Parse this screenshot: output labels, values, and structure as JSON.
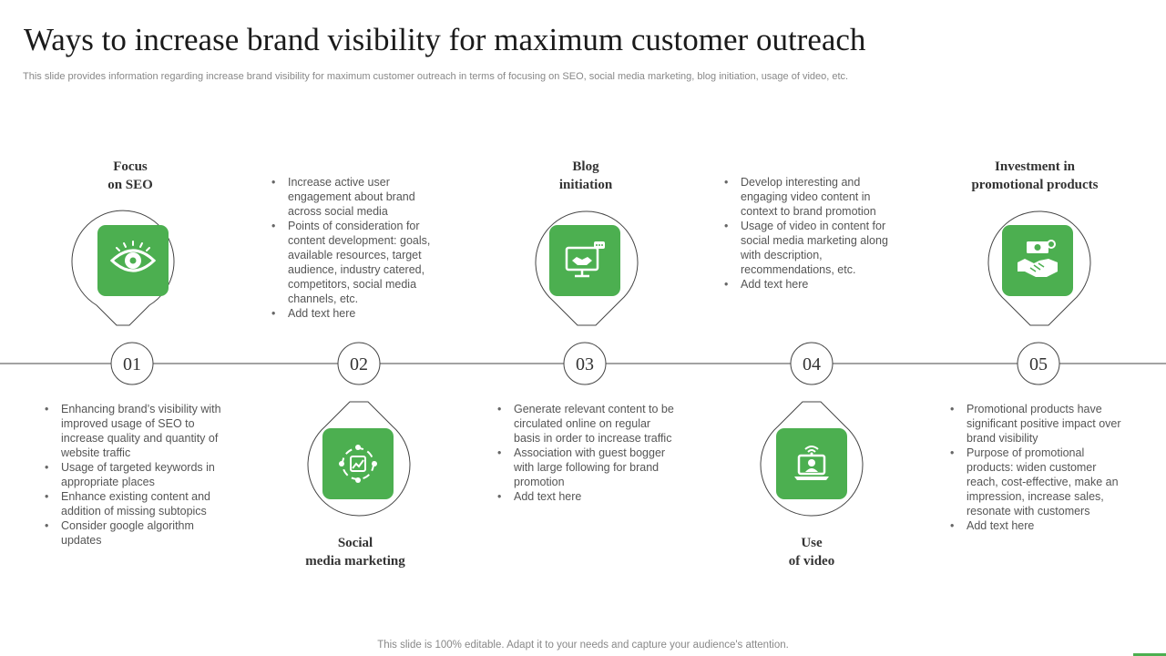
{
  "title": "Ways to increase brand visibility for maximum customer outreach",
  "subtitle": "This slide provides information regarding increase brand visibility for maximum customer outreach in terms of focusing on SEO, social media marketing, blog initiation, usage of video, etc.",
  "footer": "This slide is 100% editable. Adapt it to your needs and capture your audience's attention.",
  "colors": {
    "accent": "#4caf50",
    "line": "#444444",
    "text": "#555555"
  },
  "steps": [
    {
      "number": "01",
      "heading_lines": [
        "Focus",
        "on SEO"
      ],
      "icon": "eye-icon",
      "bullets": [
        "Enhancing brand’s visibility with improved  usage of SEO to increase quality and quantity of website traffic",
        "Usage of targeted keywords in appropriate  places",
        "Enhance existing content and addition of missing subtopics",
        "Consider google algorithm updates"
      ]
    },
    {
      "number": "02",
      "heading_lines": [
        "Social",
        "media marketing"
      ],
      "icon": "social-network-icon",
      "bullets": [
        "Increase active user engagement  about brand across social media",
        "Points of consideration  for content development:  goals, available  resources, target audience, industry catered, competitors, social media channels, etc.",
        "Add text here"
      ]
    },
    {
      "number": "03",
      "heading_lines": [
        "Blog",
        "initiation"
      ],
      "icon": "monitor-handshake-icon",
      "bullets": [
        "Generate relevant  content to be circulated online on regular basis in order to increase traffic",
        "Association with guest bogger with large following for brand  promotion",
        "Add text here"
      ]
    },
    {
      "number": "04",
      "heading_lines": [
        "Use",
        "of video"
      ],
      "icon": "video-laptop-icon",
      "bullets": [
        "Develop  interesting and engaging video content in context to brand promotion",
        "Usage of video in content for social media marketing along with description, recommendations,  etc.",
        "Add text here"
      ]
    },
    {
      "number": "05",
      "heading_lines": [
        "Investment in",
        "promotional  products"
      ],
      "icon": "money-handshake-icon",
      "bullets": [
        "Promotional products have significant positive impact over brand visibility",
        "Purpose of promotional products: widen customer reach, cost-effective, make an impression, increase sales, resonate with customers",
        "Add text here"
      ]
    }
  ]
}
